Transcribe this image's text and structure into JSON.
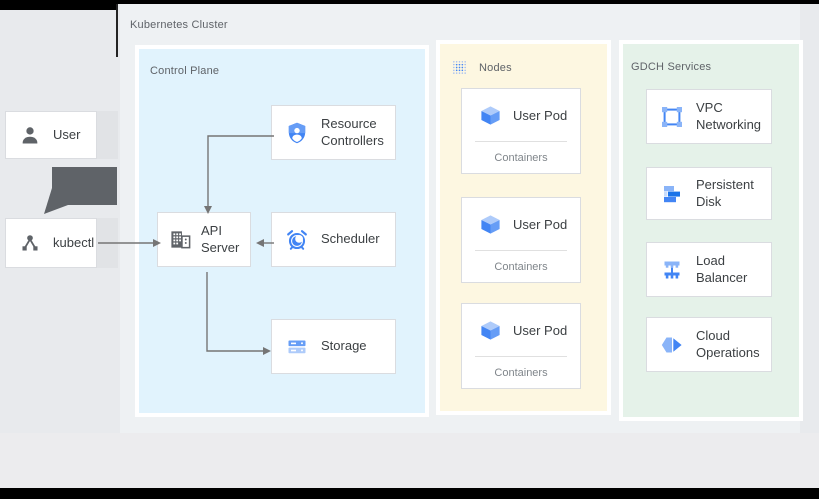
{
  "page": {
    "cluster_label": "Kubernetes Cluster"
  },
  "actors": [
    {
      "id": "user",
      "label": "User",
      "icon": "person-icon"
    },
    {
      "id": "kubectl",
      "label": "kubectl",
      "icon": "kubectl-icon"
    }
  ],
  "control_plane": {
    "label": "Control Plane",
    "boxes": [
      {
        "id": "resource-controllers",
        "label": "Resource Controllers",
        "icon": "shield-user-icon"
      },
      {
        "id": "api-server",
        "label": "API Server",
        "icon": "building-icon"
      },
      {
        "id": "scheduler",
        "label": "Scheduler",
        "icon": "alarm-clock-icon"
      },
      {
        "id": "storage",
        "label": "Storage",
        "icon": "storage-icon"
      }
    ]
  },
  "nodes_panel": {
    "label": "Nodes",
    "icon": "dot-grid-icon",
    "pods": [
      {
        "label": "User Pod",
        "sublabel": "Containers",
        "icon": "cube-pod-icon"
      },
      {
        "label": "User Pod",
        "sublabel": "Containers",
        "icon": "cube-pod-icon"
      },
      {
        "label": "User Pod",
        "sublabel": "Containers",
        "icon": "cube-pod-icon"
      }
    ]
  },
  "gdch_panel": {
    "label": "GDCH Services",
    "services": [
      {
        "label": "VPC Networking",
        "icon": "vpc-icon"
      },
      {
        "label": "Persistent Disk",
        "icon": "persistent-disk-icon"
      },
      {
        "label": "Load Balancer",
        "icon": "load-balancer-icon"
      },
      {
        "label": "Cloud Operations",
        "icon": "cloud-operations-icon"
      }
    ]
  },
  "connections": [
    {
      "from": "user",
      "to": "kubectl",
      "style": "thick-dark-arrow"
    },
    {
      "from": "kubectl",
      "to": "api-server",
      "style": "thin-arrow"
    },
    {
      "from": "resource-controllers",
      "to": "api-server",
      "style": "thin-arrow"
    },
    {
      "from": "scheduler",
      "to": "api-server",
      "style": "thin-arrow"
    },
    {
      "from": "api-server",
      "to": "storage",
      "style": "thin-arrow"
    }
  ],
  "colors": {
    "panel_blue": "#e1f3fd",
    "panel_yellow": "#fdf7e1",
    "panel_green": "#e5f2e9",
    "accent_blue": "#4285f4",
    "light_blue": "#8ab4f8",
    "gray_text": "#5f6368",
    "dark_text": "#3c4043",
    "sub_text": "#80868b",
    "wire_gray": "#757575",
    "thick_arrow_gray": "#5f6368"
  }
}
